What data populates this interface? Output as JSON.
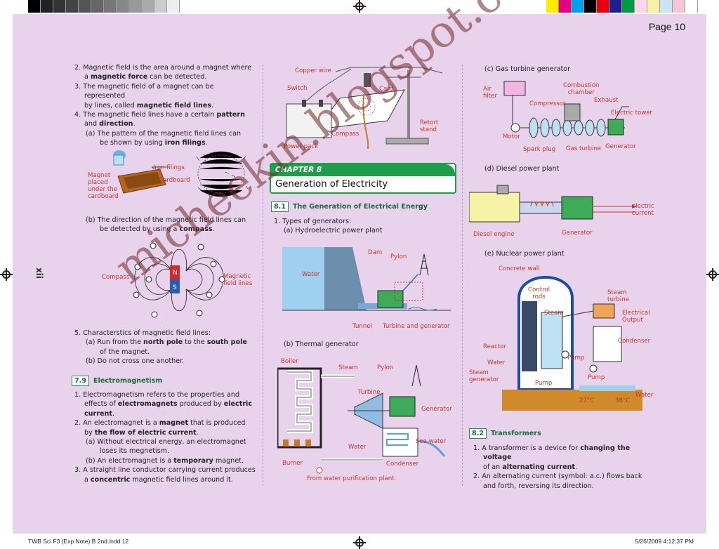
{
  "page_number": "Page 10",
  "side_page_number": "xii",
  "watermark": "micheekin.blogspot.com.au",
  "footer": {
    "left": "TWB Sci F3 (Exp Note) B 2nd.indd   12",
    "right": "5/26/2009   4:12:37 PM"
  },
  "colors": {
    "page_bg": "#e8d2ec",
    "accent_green": "#1e9d4a",
    "label_red": "#c0392b"
  },
  "left": {
    "p2a": "2. Magnetic field is the area around a magnet where",
    "p2b": "a ",
    "p2b_bold": "magnetic force",
    "p2b_tail": " can be detected.",
    "p3a": "3. The magnetic field of a magnet can be represented",
    "p3b": "by lines, called ",
    "p3b_bold": "magnetic field lines",
    "p3b_tail": ".",
    "p4a": "4. The magnetic field lines have a certain ",
    "p4a_bold": "pattern",
    "p4b": "and ",
    "p4b_bold": "direction",
    "p4b_tail": ".",
    "p4c": "(a) The pattern of the magnetic field lines can",
    "p4d": "be shown by using ",
    "p4d_bold": "iron filings",
    "p4d_tail": ".",
    "fig1": {
      "iron_filings": "Iron filings",
      "cardboard": "Cardboard",
      "magnet1": "Magnet",
      "magnet2": "placed",
      "magnet3": "under the",
      "magnet4": "cardboard"
    },
    "p4e": "(b) The direction of the magnetic field lines can",
    "p4f": "be detected by using a ",
    "p4f_bold": "compass",
    "p4f_tail": ".",
    "fig2": {
      "compass": "Compass",
      "field1": "Magnetic",
      "field2": "field lines",
      "north": "N",
      "south": "S"
    },
    "p5": "5. Characterstics of magnetic field lines:",
    "p5a1": "(a) Run from the ",
    "p5a_b1": "north pole",
    "p5a2": " to the ",
    "p5a_b2": "south pole",
    "p5a3": "of the magnet.",
    "p5b": "(b) Do not cross one another.",
    "sec79_num": "7.9",
    "sec79_title": "Electromagnetism",
    "e1a": "1. Electromagnetism refers to the properties and",
    "e1b": "effects of ",
    "e1b_bold": "electromagnets",
    "e1b_tail": " produced by ",
    "e1b_bold2": "electric",
    "e1c_bold": "current",
    "e1c_tail": ".",
    "e2a": "2. An electromagnet is a ",
    "e2a_bold": "magnet",
    "e2a_tail": " that is produced",
    "e2b": "by ",
    "e2b_bold": "the flow of electric current",
    "e2b_tail": ".",
    "e2c": "(a) Without electrical energy, an electromagnet",
    "e2d": "loses its megnetism.",
    "e2e": "(b) An electromagnet is a ",
    "e2e_bold": "temporary",
    "e2e_tail": " magnet.",
    "e3a": "3. A straight line conductor carrying current produces",
    "e3b": "a ",
    "e3b_bold": "concentric",
    "e3b_tail": " magnetic field lines around it."
  },
  "middle": {
    "fig_top": {
      "copper_wire": "Copper wire",
      "switch": "Switch",
      "card": "Card",
      "retort1": "Retort",
      "retort2": "stand",
      "compass": "Compass",
      "power_pack": "Power pack"
    },
    "chapter_label": "CHAPTER 8",
    "chapter_title": "Generation of Electricity",
    "sec81_num": "8.1",
    "sec81_title": "The Generation of Electrical Energy",
    "t1": "1. Types of generators:",
    "t1a": "(a) Hydroelectric power plant",
    "hydro": {
      "dam": "Dam",
      "pylon": "Pylon",
      "water": "Water",
      "tunnel": "Tunnel",
      "turbine": "Turbine and generator"
    },
    "t1b": "(b) Thermal generator",
    "thermal": {
      "boiler": "Boiler",
      "steam": "Steam",
      "pylon": "Pylon",
      "turbine": "Turbine",
      "generator": "Generator",
      "sea_water": "Sea water",
      "water": "Water",
      "burner": "Burner",
      "condenser": "Condenser",
      "from": "From water purification plant"
    }
  },
  "right": {
    "t1c": "(c) Gas turbine generator",
    "gas": {
      "air1": "Air",
      "air2": "filter",
      "combustion1": "Combustion",
      "combustion2": "chamber",
      "compressor": "Compressor",
      "exhaust": "Exhaust",
      "tower": "Electric tower",
      "motor": "Motor",
      "spark": "Spark plug",
      "gas_turbine": "Gas turbine",
      "generator": "Generator"
    },
    "t1d": "(d) Diesel power plant",
    "diesel": {
      "engine": "Diesel engine",
      "generator": "Generator",
      "current1": "electric",
      "current2": "current"
    },
    "t1e": "(e) Nuclear power plant",
    "nuclear": {
      "wall": "Concrete wall",
      "rods1": "Control",
      "rods2": "rods",
      "steam": "Steam",
      "turbine1": "Steam",
      "turbine2": "turbine",
      "output1": "Electrical",
      "output2": "Output",
      "condenser": "Condenser",
      "reactor": "Reactor",
      "water": "Water",
      "pump": "Pump",
      "steam_gen1": "Steam",
      "steam_gen2": "generator",
      "pump2": "Pump",
      "pump3": "Pump",
      "t1": "27°C",
      "t2": "38°C",
      "water2": "Water"
    },
    "sec82_num": "8.2",
    "sec82_title": "Transformers",
    "tr1a": "1. A transformer is a device for ",
    "tr1a_bold": "changing the voltage",
    "tr1b": "of an ",
    "tr1b_bold": "alternating current",
    "tr1b_tail": ".",
    "tr2a": "2. An alternating current (symbol: a.c.) flows back",
    "tr2b": "and forth, reversing its direction."
  }
}
